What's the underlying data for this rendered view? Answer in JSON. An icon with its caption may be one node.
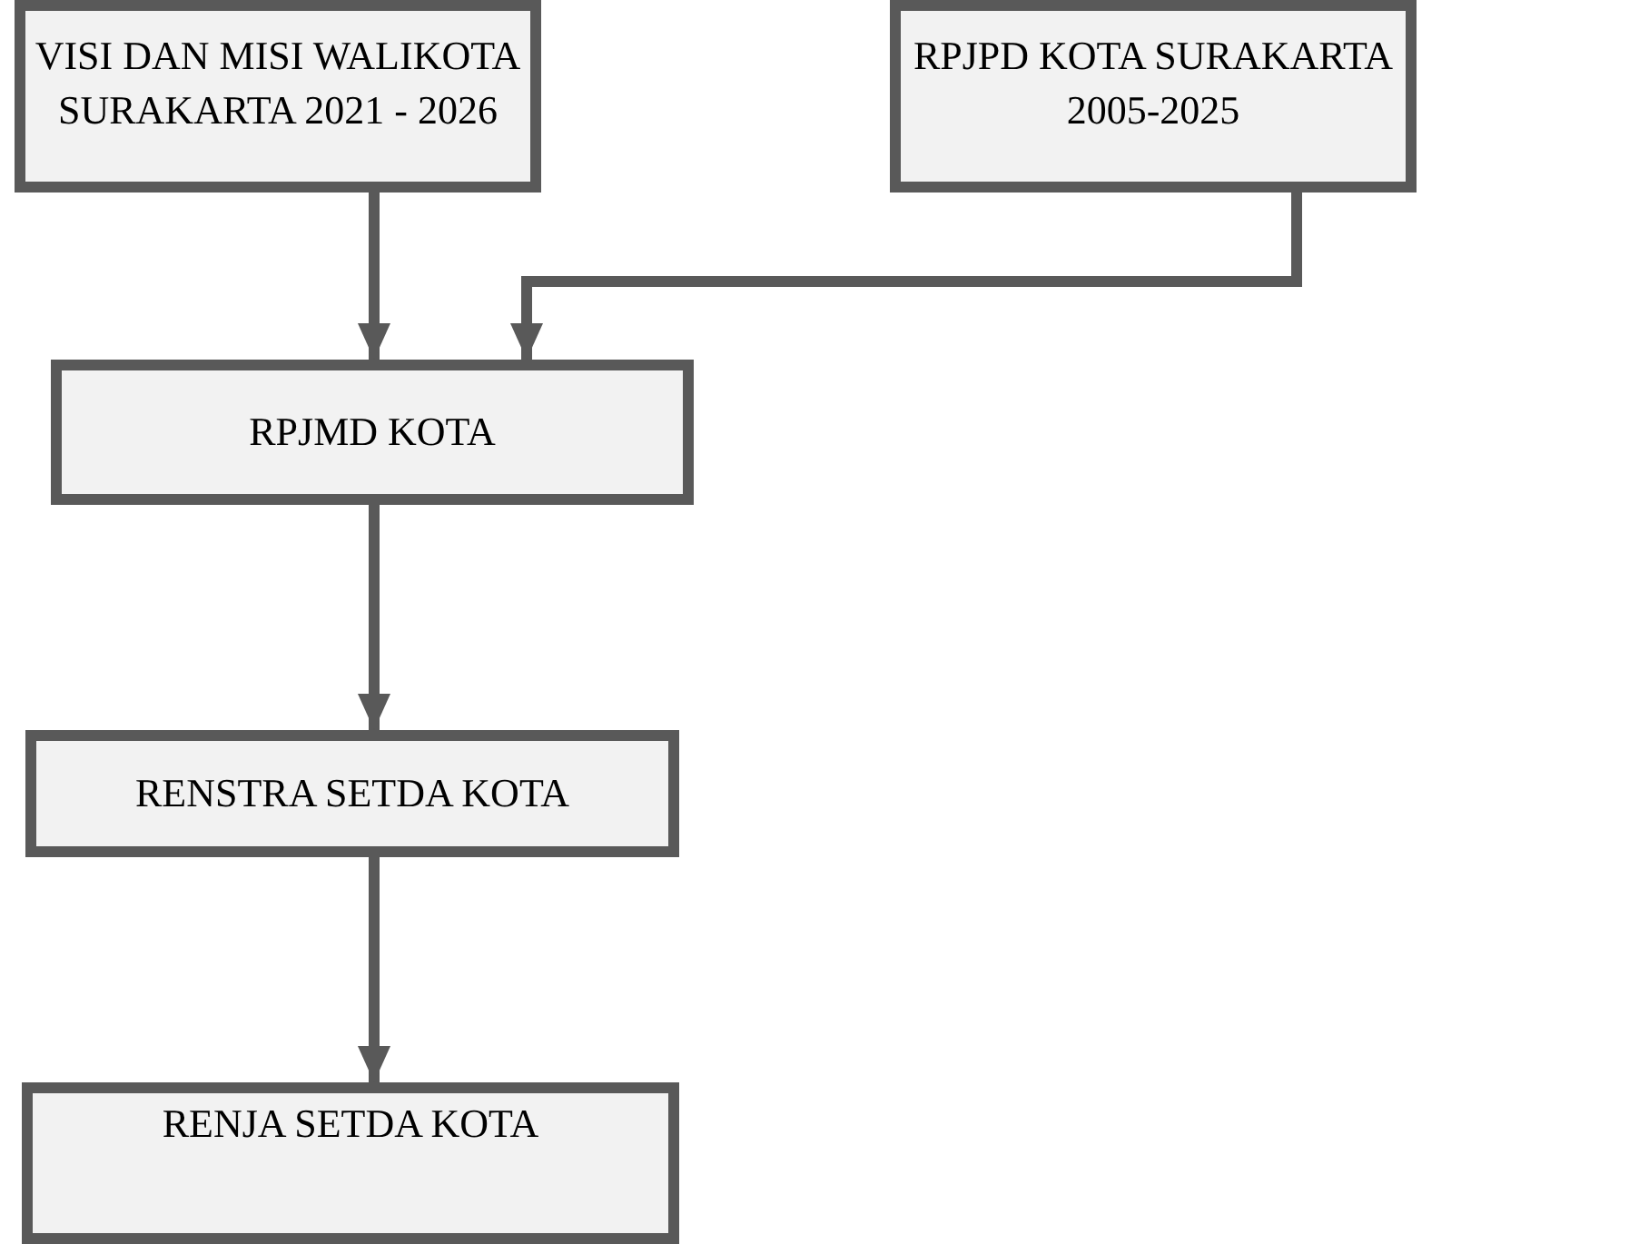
{
  "diagram": {
    "nodes": [
      {
        "text": [
          "VISI DAN MISI WALIKOTA SURAKARTA 2021 - 2026"
        ]
      },
      {
        "text": [
          "RPJPD KOTA SURAKARTA 2005-2025"
        ]
      },
      {
        "text": [
          "RPJMD KOTA"
        ]
      },
      {
        "text": [
          "RENSTRA SETDA KOTA"
        ]
      },
      {
        "text": [
          "RENJA SETDA KOTA"
        ]
      }
    ],
    "edges": [
      {
        "from": 0,
        "to": 2,
        "arrow": "to"
      },
      {
        "from": 1,
        "to": 2,
        "arrow": "to"
      },
      {
        "from": 2,
        "to": 3,
        "arrow": "to"
      },
      {
        "from": 3,
        "to": 4,
        "arrow": "to"
      }
    ]
  }
}
